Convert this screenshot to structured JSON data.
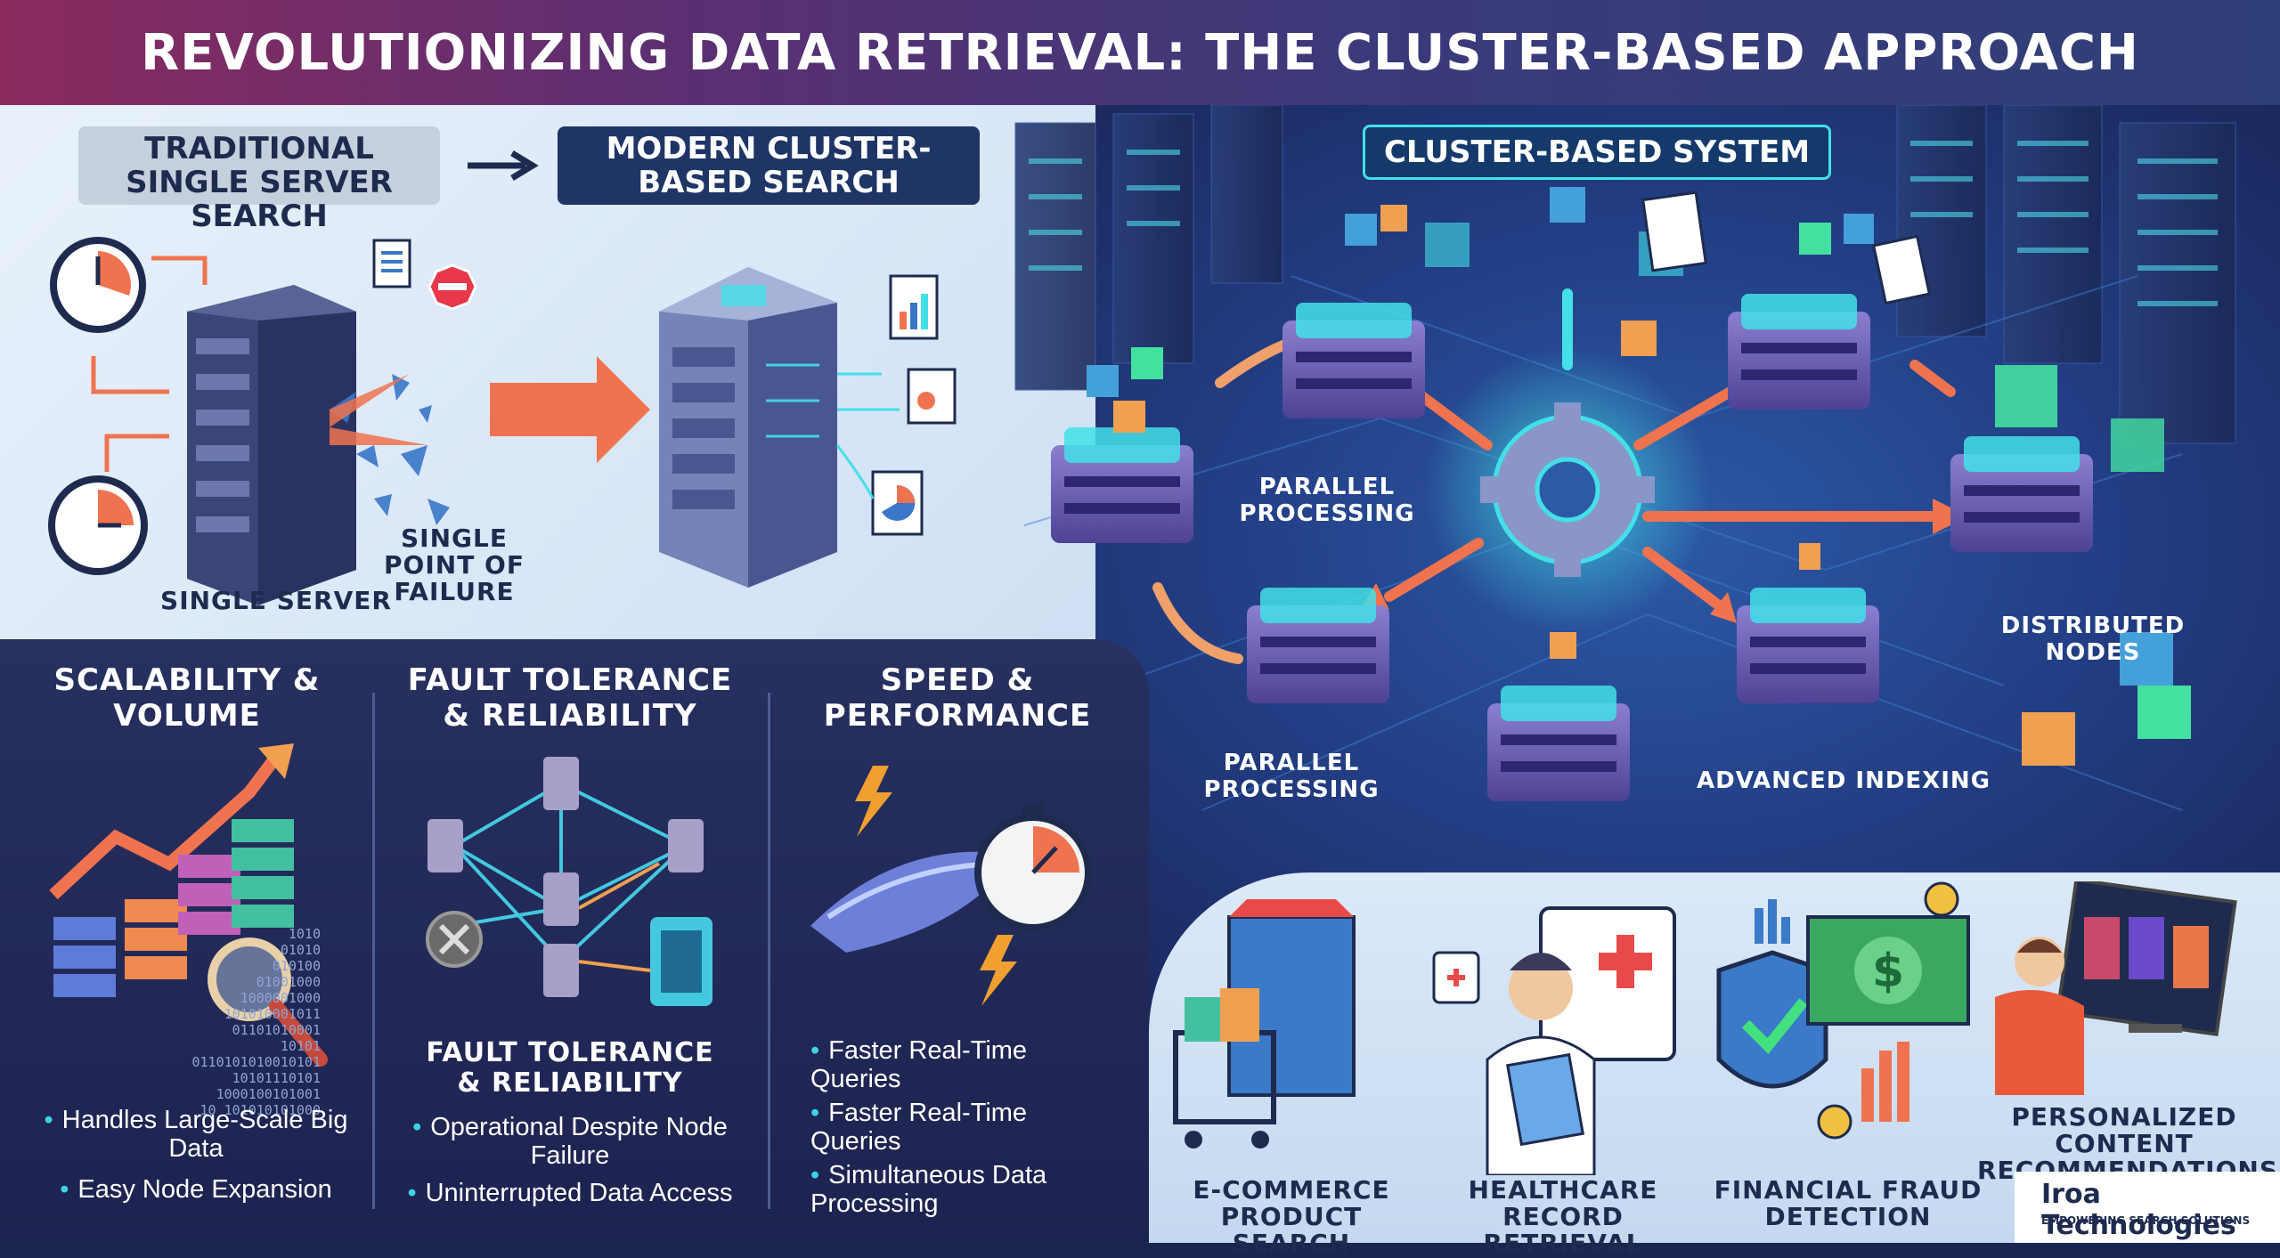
{
  "title": "REVOLUTIONIZING DATA RETRIEVAL: THE CLUSTER-BASED APPROACH",
  "comparison": {
    "traditional_tag": "TRADITIONAL SINGLE SERVER SEARCH",
    "modern_tag": "MODERN CLUSTER-BASED SEARCH",
    "single_server_label": "SINGLE SERVER",
    "failure_label": "SINGLE POINT OF FAILURE"
  },
  "cluster": {
    "tag": "CLUSTER-BASED SYSTEM",
    "labels": {
      "parallel_1": "PARALLEL PROCESSING",
      "parallel_2": "PARALLEL PROCESSING",
      "distributed": "DISTRIBUTED NODES",
      "indexing": "ADVANCED INDEXING"
    }
  },
  "features": [
    {
      "title": "SCALABILITY & VOLUME",
      "bullets": [
        "Handles Large-Scale Big Data",
        "Easy Node Expansion"
      ]
    },
    {
      "title": "FAULT TOLERANCE & RELIABILITY",
      "subtitle": "FAULT TOLERANCE & RELIABILITY",
      "bullets": [
        "Operational Despite Node Failure",
        "Uninterrupted Data Access"
      ]
    },
    {
      "title": "SPEED & PERFORMANCE",
      "bullets": [
        "Faster Real-Time Queries",
        "Faster Real-Time Queries",
        "Simultaneous Data Processing"
      ]
    }
  ],
  "binary_text": [
    "1010",
    "01010",
    "010100",
    "01001000",
    "1000001000",
    "101010001011",
    "01101010001",
    "10101",
    "0110101010010101",
    "10101110101",
    "1000100101001",
    "10 101010101000"
  ],
  "use_cases": [
    {
      "label": "E-COMMERCE PRODUCT SEARCH"
    },
    {
      "label": "HEALTHCARE RECORD RETRIEVAL"
    },
    {
      "label": "FINANCIAL FRAUD DETECTION"
    },
    {
      "label": "PERSONALIZED CONTENT RECOMMENDATIONS"
    }
  ],
  "brand": {
    "name": "Iroa Technologies",
    "tagline": "EMPOWERING SEARCH SOLUTIONS"
  },
  "colors": {
    "accent_cyan": "#43e0e8",
    "arrow_orange": "#f0734f",
    "node_purple": "#6d5fb5"
  },
  "icons": [
    "clock-icon",
    "document-icon",
    "stop-sign-icon",
    "server-icon",
    "gear-icon",
    "cube-icon",
    "magnifier-icon",
    "stopwatch-icon",
    "lightning-icon",
    "shopping-cart-icon",
    "doctor-icon",
    "shield-check-icon",
    "dollar-icon",
    "monitor-icon"
  ]
}
